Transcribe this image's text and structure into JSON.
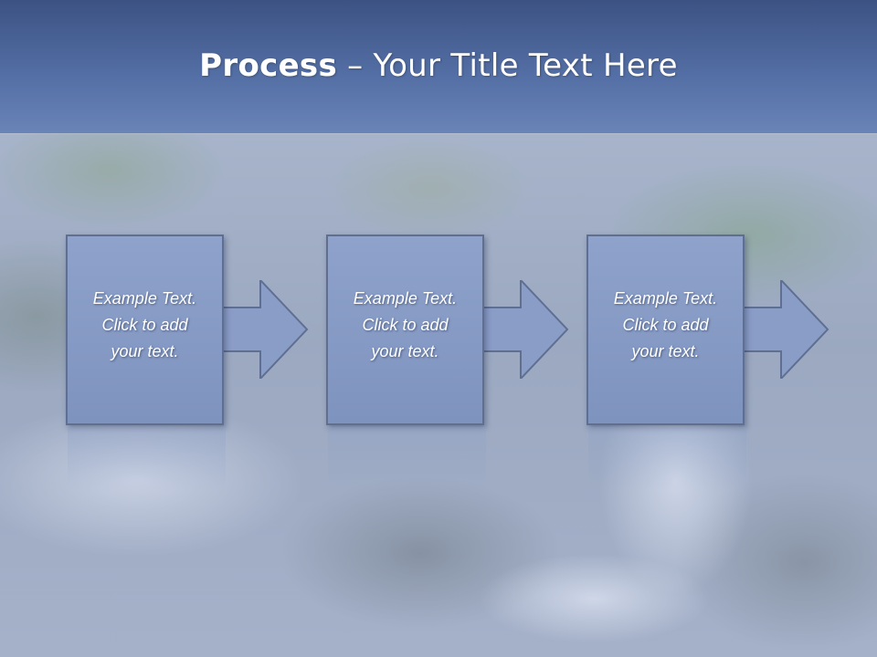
{
  "slide": {
    "title_bold": "Process",
    "title_rest": " – Your Title Text Here"
  },
  "steps": [
    {
      "text": "Example Text.\nClick  to add\nyour text."
    },
    {
      "text": "Example Text.\nClick  to add\nyour text."
    },
    {
      "text": "Example Text.\nClick  to add\nyour text."
    }
  ],
  "colors": {
    "title_band": "#536ea4",
    "box_fill": "#8a9dc7",
    "box_border": "#5f6f92",
    "arrow_fill": "#8a9dc7"
  }
}
